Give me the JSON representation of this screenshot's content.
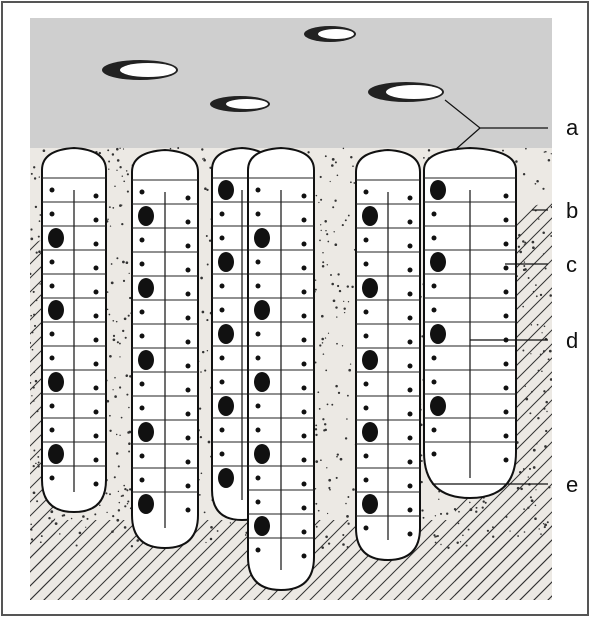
{
  "figure": {
    "labels": [
      {
        "id": "a",
        "text": "a"
      },
      {
        "id": "b",
        "text": "b"
      },
      {
        "id": "c",
        "text": "c"
      },
      {
        "id": "d",
        "text": "d"
      },
      {
        "id": "e",
        "text": "e"
      }
    ]
  }
}
